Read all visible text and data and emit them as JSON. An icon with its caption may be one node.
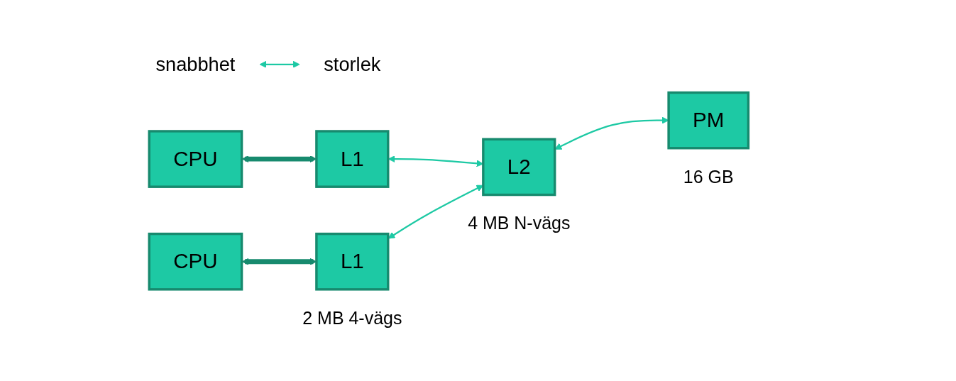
{
  "diagram": {
    "nodes": [
      {
        "text": [
          "snabbhet"
        ]
      },
      {
        "text": [
          "storlek"
        ]
      },
      {
        "text": [
          "CPU"
        ]
      },
      {
        "text": [
          "L1"
        ]
      },
      {
        "text": [
          "CPU"
        ]
      },
      {
        "text": [
          "L1"
        ],
        "beside": [
          "2 MB 4-vägs"
        ]
      },
      {
        "text": [
          "L2"
        ],
        "beside": [
          "4 MB N-vägs"
        ]
      },
      {
        "text": [
          "PM"
        ],
        "beside": [
          "16 GB"
        ]
      }
    ],
    "edges": [
      {
        "from": 0,
        "to": 1,
        "arrow": "both"
      },
      {
        "from": 2,
        "to": 3,
        "arrow": "both",
        "style": "thick",
        "color": "#178a6e"
      },
      {
        "from": 4,
        "to": 5,
        "arrow": "both",
        "style": "thick",
        "color": "#178a6e"
      },
      {
        "from": 3,
        "to": 6,
        "arrow": "both"
      },
      {
        "from": 5,
        "to": 6,
        "arrow": "both"
      },
      {
        "from": 6,
        "to": 7,
        "arrow": "both"
      }
    ]
  }
}
